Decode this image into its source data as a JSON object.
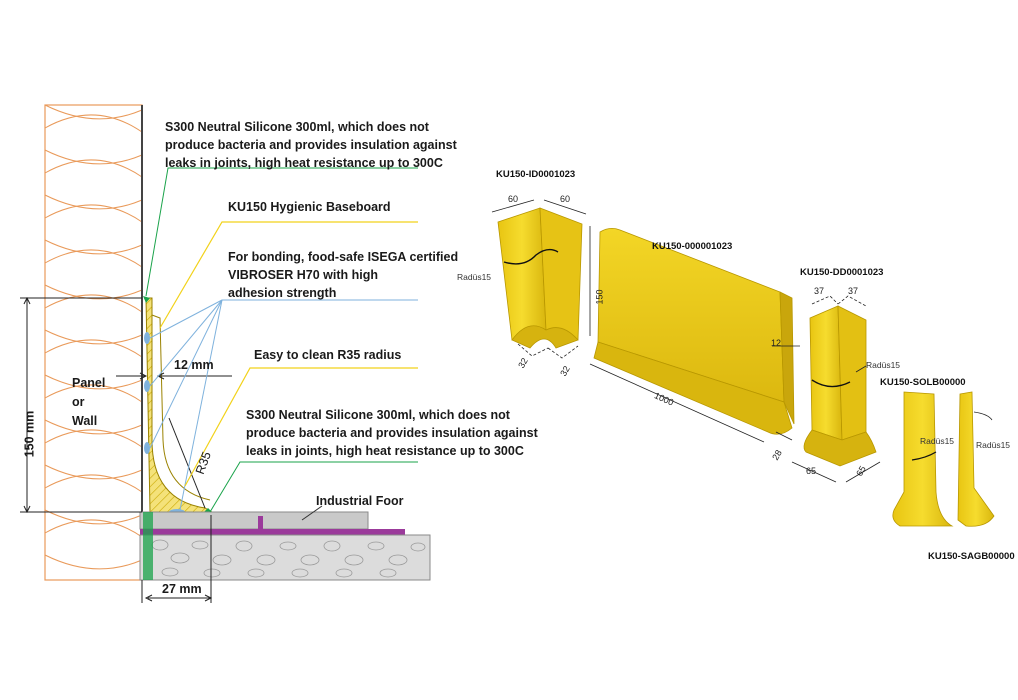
{
  "annotations": {
    "silicone_top": [
      "S300 Neutral Silicone 300ml, which does not",
      "produce bacteria and provides insulation against",
      "leaks in joints, high heat resistance up to 300C"
    ],
    "baseboard": "KU150 Hygienic Baseboard",
    "bonding": [
      "For bonding, food-safe ISEGA certified",
      "VIBROSER H70 with high",
      "adhesion strength"
    ],
    "radius": "Easy to clean R35 radius",
    "silicone_bottom": [
      "S300 Neutral Silicone 300ml, which does not",
      "produce bacteria and provides insulation against",
      "leaks in joints, high heat resistance up to 300C"
    ],
    "floor": "Industrial Foor"
  },
  "section": {
    "height_dim": "150 mm",
    "thickness_dim": "12 mm",
    "base_dim": "27 mm",
    "radius_label": "R35",
    "panel_label": [
      "Panel",
      "or",
      "Wall"
    ]
  },
  "products": {
    "inner_corner": {
      "code": "KU150-ID0001023",
      "dims": [
        "60",
        "60",
        "150",
        "32",
        "32"
      ],
      "radius": "Radüs15"
    },
    "straight": {
      "code": "KU150-000001023",
      "dims": [
        "12",
        "1000",
        "28"
      ]
    },
    "outer_corner": {
      "code": "KU150-DD0001023",
      "dims": [
        "37",
        "37",
        "65",
        "65"
      ],
      "radius": "Radüs15"
    },
    "left_end": {
      "code": "KU150-SOLB00000",
      "radius": "Radüs15"
    },
    "right_end": {
      "code": "KU150-SAGB00000",
      "radius": "Radüs15"
    }
  },
  "colors": {
    "yellow": "#f2d21a",
    "yellow_dark": "#d6b30f",
    "green": "#1aa34a",
    "blue": "#7fb2dd",
    "purple": "#9b3a9b",
    "insulation": "#e99a5a"
  }
}
